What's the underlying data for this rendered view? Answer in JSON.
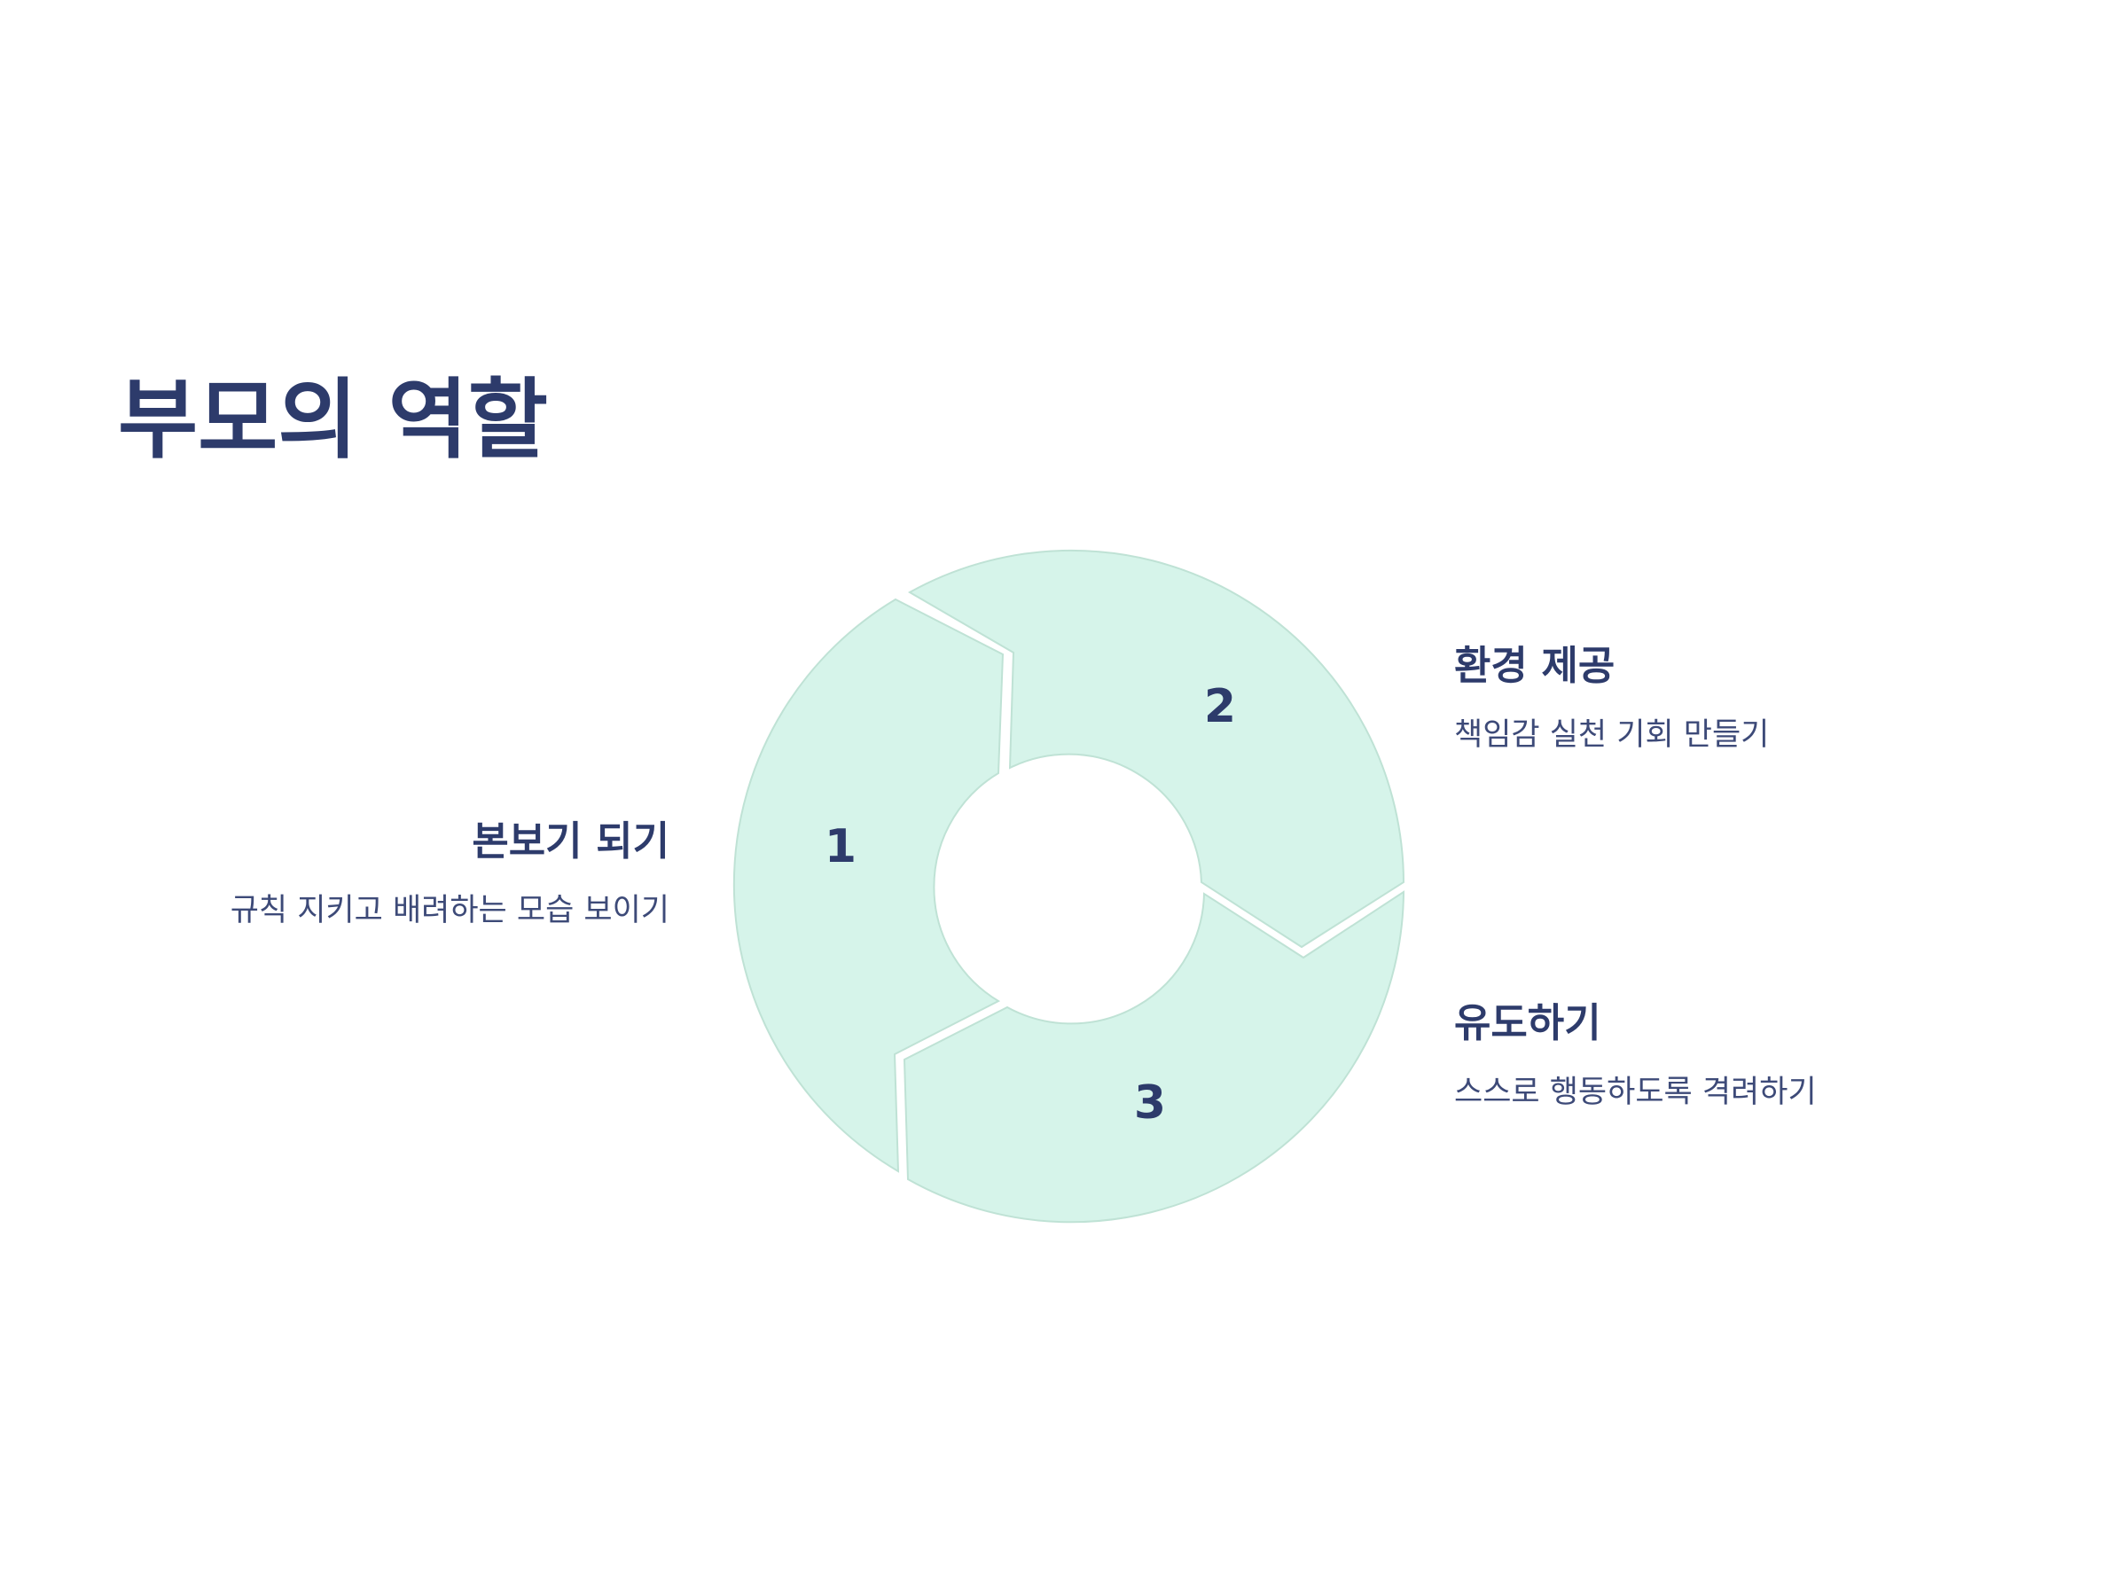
{
  "title": "부모의 역할",
  "colors": {
    "segment_fill": "#d6f4ea",
    "segment_stroke": "#bfe2d5",
    "text_primary": "#2d3b6b",
    "background": "#ffffff"
  },
  "cycle": {
    "segments": [
      {
        "number": "1",
        "title": "본보기 되기",
        "description": "규칙 지키고 배려하는 모습 보이기"
      },
      {
        "number": "2",
        "title": "환경 제공",
        "description": "책임감 실천 기회 만들기"
      },
      {
        "number": "3",
        "title": "유도하기",
        "description": "스스로 행동하도록 격려하기"
      }
    ]
  }
}
